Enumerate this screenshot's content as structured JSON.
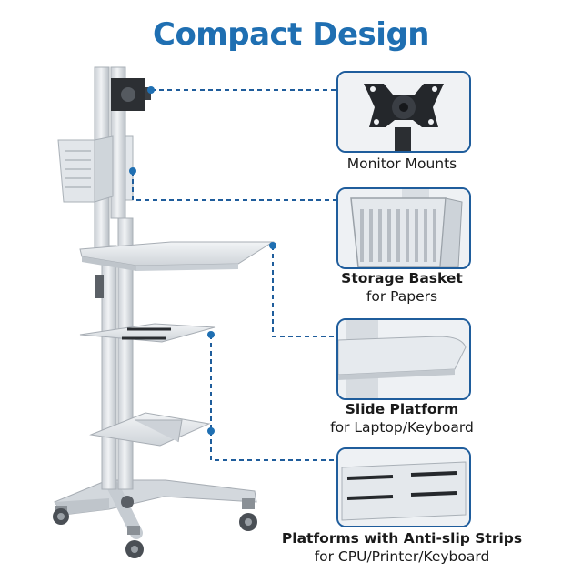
{
  "title": "Compact Design",
  "colors": {
    "accent_blue": "#1f6fb2",
    "callout_border": "#1f5d9c",
    "connector": "#1f5d9c",
    "frame_silver": "#d9dde2",
    "wheel_gray": "#6e7378"
  },
  "features": [
    {
      "icon": "monitor-mount-icon",
      "title": "Monitor Mounts",
      "subtitle": ""
    },
    {
      "icon": "storage-basket-icon",
      "title": "Storage Basket",
      "subtitle": "for Papers"
    },
    {
      "icon": "slide-platform-icon",
      "title": "Slide Platform",
      "subtitle": "for Laptop/Keyboard"
    },
    {
      "icon": "anti-slip-platform-icon",
      "title": "Platforms with Anti-slip Strips",
      "subtitle": "for CPU/Printer/Keyboard"
    }
  ]
}
